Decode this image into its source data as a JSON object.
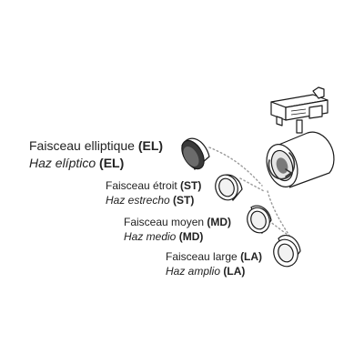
{
  "beams": [
    {
      "code_fr": "(EL)",
      "name_fr": "Faisceau elliptique",
      "name_es": "Haz elíptico",
      "code_es": "(EL)"
    },
    {
      "code_fr": "(ST)",
      "name_fr": "Faisceau étroit",
      "name_es": "Haz estrecho",
      "code_es": "(ST)"
    },
    {
      "code_fr": "(MD)",
      "name_fr": "Faisceau moyen",
      "name_es": "Haz medio",
      "code_es": "(MD)"
    },
    {
      "code_fr": "(LA)",
      "name_fr": "Faisceau large",
      "name_es": "Haz amplio",
      "code_es": "(LA)"
    }
  ]
}
